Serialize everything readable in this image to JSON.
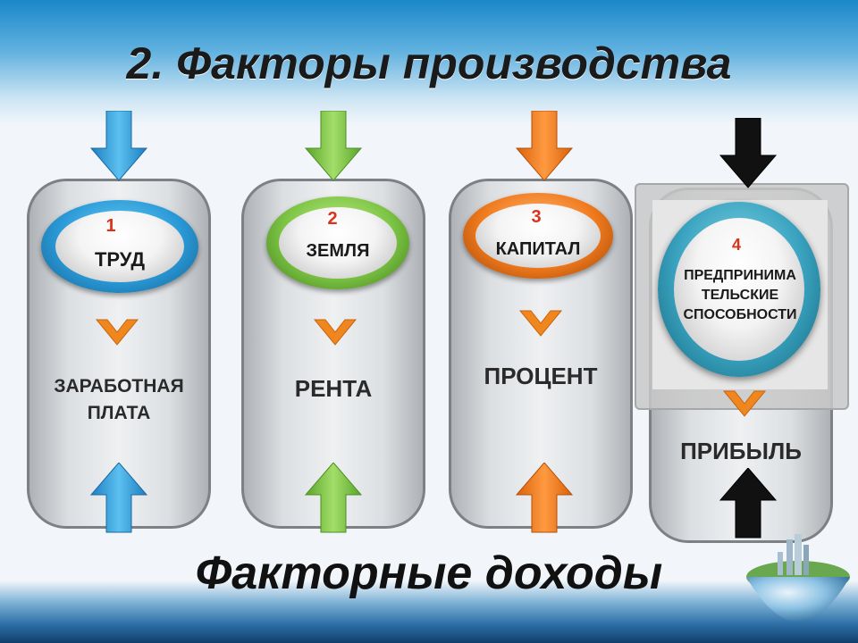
{
  "title": "2. Факторы производства",
  "footer": "Факторные доходы",
  "colors": {
    "blue": "#2a9ad8",
    "green": "#7cc444",
    "orange": "#f07a1c",
    "black": "#111111"
  },
  "icons": {
    "in_arrow": "arrow-down-icon",
    "out_arrow": "arrow-up-icon",
    "chevron": "chevron-down-icon"
  },
  "factors": [
    {
      "number": "1",
      "name": "ТРУД",
      "income_line1": "ЗАРАБОТНАЯ",
      "income_line2": "ПЛАТА",
      "color": "#2a9ad8"
    },
    {
      "number": "2",
      "name": "ЗЕМЛЯ",
      "income_line1": "РЕНТА",
      "income_line2": "",
      "color": "#7cc444"
    },
    {
      "number": "3",
      "name": "КАПИТАЛ",
      "income_line1": "ПРОЦЕНТ",
      "income_line2": "",
      "color": "#f07a1c"
    },
    {
      "number": "4",
      "name_line1": "ПРЕДПРИНИМА",
      "name_line2": "ТЕЛЬСКИЕ",
      "name_line3": "СПОСОБНОСТИ",
      "income_line1": "ПРИБЫЛЬ",
      "color": "#111111"
    }
  ]
}
